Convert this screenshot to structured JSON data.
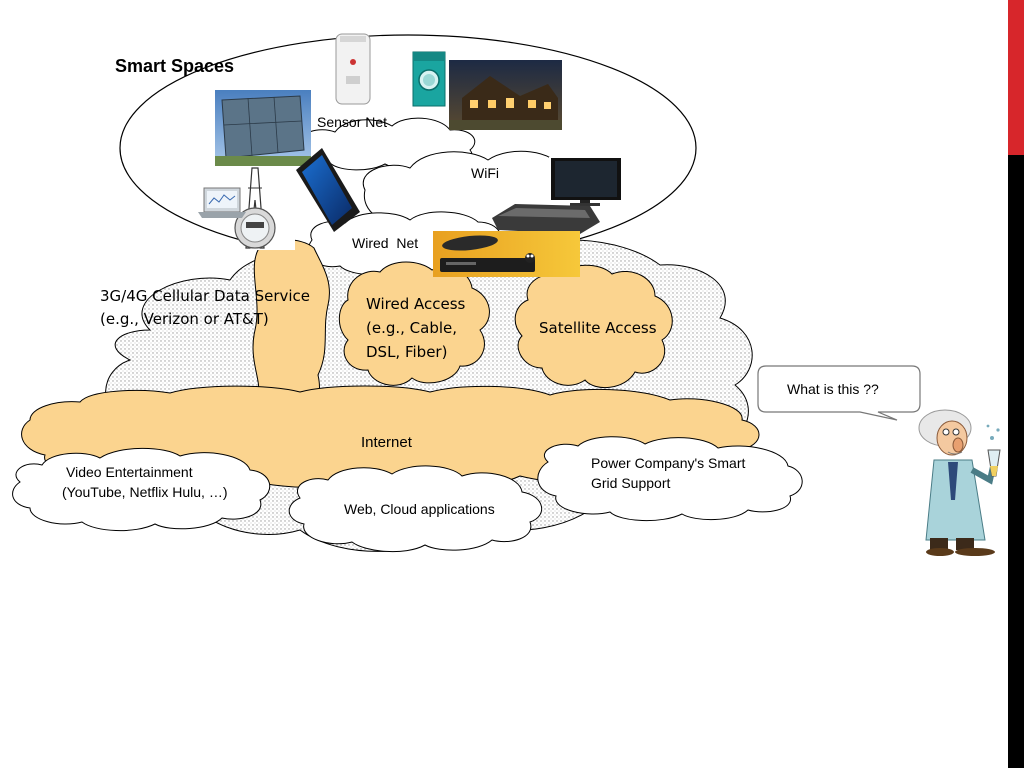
{
  "diagram": {
    "smart_spaces": "Smart Spaces",
    "sensor_net": "Sensor Net",
    "wifi": "WiFi",
    "wired_net": "Wired  Net",
    "cellular": [
      "3G/4G Cellular Data Service",
      "(e.g., Verizon or AT&T)"
    ],
    "wired_access": [
      "Wired Access",
      "(e.g., Cable,",
      "DSL, Fiber)"
    ],
    "satellite_access": "Satellite Access",
    "internet": "Internet",
    "video": [
      "Video Entertainment",
      "(YouTube, Netflix Hulu, …)"
    ],
    "power": [
      "Power Company's Smart",
      "Grid Support"
    ],
    "web_cloud": "Web, Cloud applications",
    "callout": "What is this ??"
  },
  "colors": {
    "accent_red": "#d7262b",
    "dark_bar": "#000000",
    "orange_cloud": "#fbd48f",
    "dotted_cloud": "#e6e6e6"
  },
  "icons": [
    "water-heater-icon",
    "washing-machine-icon",
    "house-photo",
    "solar-panel-photo",
    "smartphone-icon",
    "laptop-icon",
    "power-meter-icon",
    "tv-icon",
    "wifi-router-icon",
    "set-top-box-photo",
    "scientist-cartoon"
  ]
}
